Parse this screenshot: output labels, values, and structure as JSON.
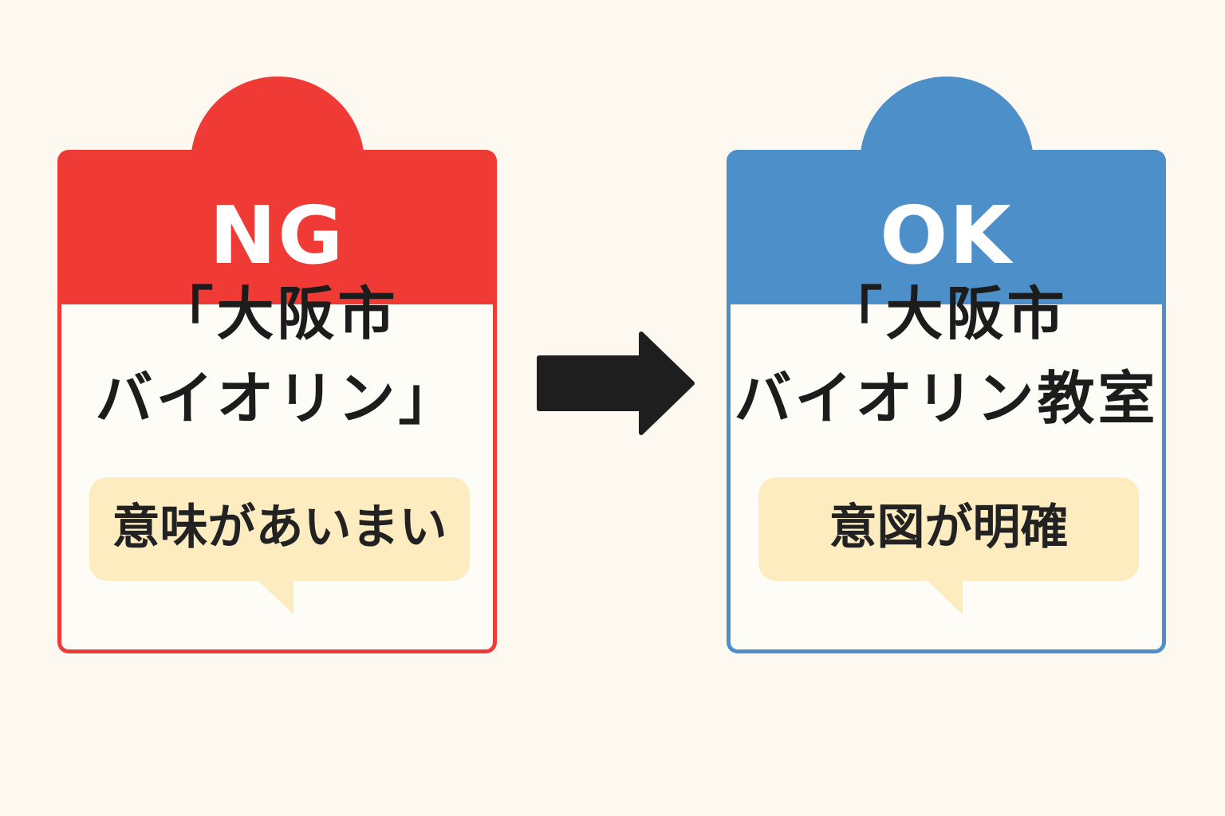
{
  "colors": {
    "ng": "#ef3a35",
    "ok": "#4d8fc8",
    "bubble": "#fcecc0",
    "background": "#fdf9f1",
    "text": "#1c1c1c"
  },
  "ng_card": {
    "badge": "NG",
    "title_line1": "「大阪市",
    "title_line2": "バイオリン」",
    "note": "意味があいまい"
  },
  "ok_card": {
    "badge": "OK",
    "title_line1": "「大阪市",
    "title_line2": "バイオリン教室",
    "note": "意図が明確"
  },
  "connector": {
    "icon": "right-arrow-icon"
  }
}
